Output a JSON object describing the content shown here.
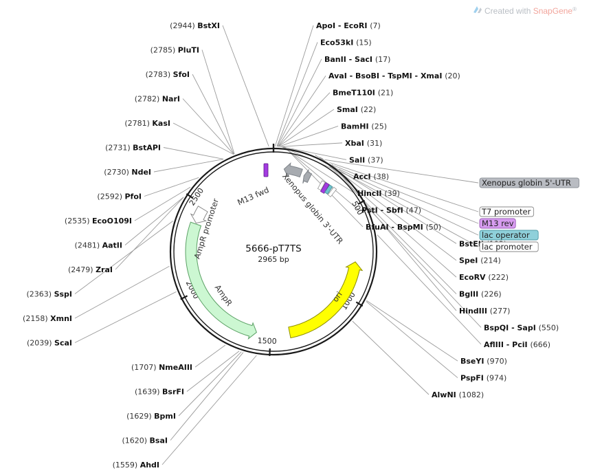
{
  "credit": {
    "prefix": "Created with ",
    "brand": "SnapGene",
    "mark": "®"
  },
  "plasmid": {
    "name": "5666-pT7TS",
    "size_label": "2965 bp",
    "length_bp": 2965
  },
  "ticks": [
    {
      "label": "500",
      "bp": 500
    },
    {
      "label": "1000",
      "bp": 1000
    },
    {
      "label": "1500",
      "bp": 1500
    },
    {
      "label": "2000",
      "bp": 2000
    },
    {
      "label": "2500",
      "bp": 2500
    }
  ],
  "enzymes_right": [
    {
      "name": "ApoI - EcoRI",
      "pos": "(7)",
      "bp": 7
    },
    {
      "name": "Eco53kI",
      "pos": "(15)",
      "bp": 15
    },
    {
      "name": "BanII - SacI",
      "pos": "(17)",
      "bp": 17
    },
    {
      "name": "AvaI - BsoBI - TspMI - XmaI",
      "pos": "(20)",
      "bp": 20
    },
    {
      "name": "BmeT110I",
      "pos": "(21)",
      "bp": 21
    },
    {
      "name": "SmaI",
      "pos": "(22)",
      "bp": 22
    },
    {
      "name": "BamHI",
      "pos": "(25)",
      "bp": 25
    },
    {
      "name": "XbaI",
      "pos": "(31)",
      "bp": 31
    },
    {
      "name": "SalI",
      "pos": "(37)",
      "bp": 37
    },
    {
      "name": "AccI",
      "pos": "(38)",
      "bp": 38
    },
    {
      "name": "HincII",
      "pos": "(39)",
      "bp": 39
    },
    {
      "name": "PstI - SbfI",
      "pos": "(47)",
      "bp": 47
    },
    {
      "name": "BfuAI - BspMI",
      "pos": "(50)",
      "bp": 50
    },
    {
      "name": "BstEII",
      "pos": "(192)",
      "bp": 192
    },
    {
      "name": "SpeI",
      "pos": "(214)",
      "bp": 214
    },
    {
      "name": "EcoRV",
      "pos": "(222)",
      "bp": 222
    },
    {
      "name": "BglII",
      "pos": "(226)",
      "bp": 226
    },
    {
      "name": "HindIII",
      "pos": "(277)",
      "bp": 277
    },
    {
      "name": "BspQI - SapI",
      "pos": "(550)",
      "bp": 550
    },
    {
      "name": "AflIII - PciI",
      "pos": "(666)",
      "bp": 666
    },
    {
      "name": "BseYI",
      "pos": "(970)",
      "bp": 970
    },
    {
      "name": "PspFI",
      "pos": "(974)",
      "bp": 974
    },
    {
      "name": "AlwNI",
      "pos": "(1082)",
      "bp": 1082
    }
  ],
  "enzymes_left": [
    {
      "name": "BstXI",
      "pos": "(2944)",
      "bp": 2944
    },
    {
      "name": "PluTI",
      "pos": "(2785)",
      "bp": 2785
    },
    {
      "name": "SfoI",
      "pos": "(2783)",
      "bp": 2783
    },
    {
      "name": "NarI",
      "pos": "(2782)",
      "bp": 2782
    },
    {
      "name": "KasI",
      "pos": "(2781)",
      "bp": 2781
    },
    {
      "name": "BstAPI",
      "pos": "(2731)",
      "bp": 2731
    },
    {
      "name": "NdeI",
      "pos": "(2730)",
      "bp": 2730
    },
    {
      "name": "PfoI",
      "pos": "(2592)",
      "bp": 2592
    },
    {
      "name": "EcoO109I",
      "pos": "(2535)",
      "bp": 2535
    },
    {
      "name": "AatII",
      "pos": "(2481)",
      "bp": 2481
    },
    {
      "name": "ZraI",
      "pos": "(2479)",
      "bp": 2479
    },
    {
      "name": "SspI",
      "pos": "(2363)",
      "bp": 2363
    },
    {
      "name": "XmnI",
      "pos": "(2158)",
      "bp": 2158
    },
    {
      "name": "ScaI",
      "pos": "(2039)",
      "bp": 2039
    },
    {
      "name": "NmeAIII",
      "pos": "(1707)",
      "bp": 1707
    },
    {
      "name": "BsrFI",
      "pos": "(1639)",
      "bp": 1639
    },
    {
      "name": "BpmI",
      "pos": "(1629)",
      "bp": 1629
    },
    {
      "name": "BsaI",
      "pos": "(1620)",
      "bp": 1620
    },
    {
      "name": "AhdI",
      "pos": "(1559)",
      "bp": 1559
    }
  ],
  "feature_labels": [
    {
      "text": "M13 fwd"
    },
    {
      "text": "Xenopus globin 3'-UTR"
    },
    {
      "text": "AmpR promoter"
    },
    {
      "text": "AmpR"
    },
    {
      "text": "ori"
    }
  ],
  "legend": [
    {
      "text": "Xenopus globin 5'-UTR",
      "fill": "#b9bcc2",
      "stroke": "#8e9399"
    },
    {
      "text": "T7 promoter",
      "fill": "#ffffff",
      "stroke": "#8a8a8a"
    },
    {
      "text": "M13 rev",
      "fill": "#d79cf0",
      "stroke": "#9b5bb8"
    },
    {
      "text": "lac operator",
      "fill": "#8fd0da",
      "stroke": "#4f9aa6"
    },
    {
      "text": "lac promoter",
      "fill": "#ffffff",
      "stroke": "#8a8a8a"
    }
  ],
  "colors": {
    "backbone": "#1a1a1a",
    "ampr": "#ccf7d2",
    "ampr_stroke": "#5aa064",
    "ori": "#ffff00",
    "ori_stroke": "#8f8f00",
    "utr": "#a7abb0",
    "m13": "#a33be0",
    "line": "#9a9a9a"
  }
}
